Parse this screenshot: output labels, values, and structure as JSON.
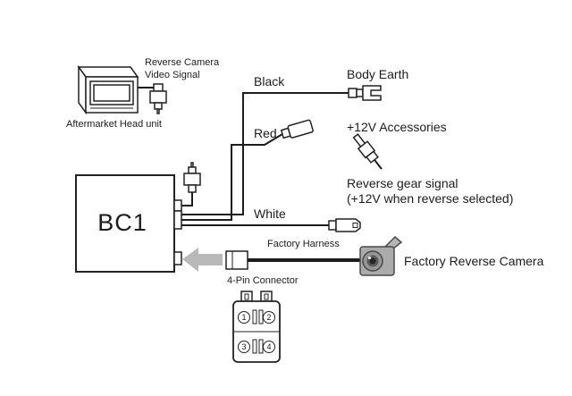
{
  "page": {
    "background": "#ffffff"
  },
  "head_unit": {
    "label": "Aftermarket Head unit",
    "video_signal_line1": "Reverse Camera",
    "video_signal_line2": "Video Signal"
  },
  "device": {
    "label": "BC1"
  },
  "wires": {
    "black": {
      "name": "Black",
      "destination": "Body Earth"
    },
    "red": {
      "name": "Red",
      "destination": "+12V Accessories"
    },
    "white": {
      "name": "White",
      "destination_line1": "Reverse gear signal",
      "destination_line2": "(+12V when reverse selected)"
    }
  },
  "harness": {
    "label": "Factory Harness",
    "connector_label": "4-Pin Connector",
    "camera_label": "Factory Reverse Camera",
    "pins": [
      "1",
      "2",
      "3",
      "4"
    ]
  },
  "colors": {
    "line": "#1c1c1c",
    "arrow_gray": "#b9b9b9",
    "camera_gray": "#ababab"
  }
}
